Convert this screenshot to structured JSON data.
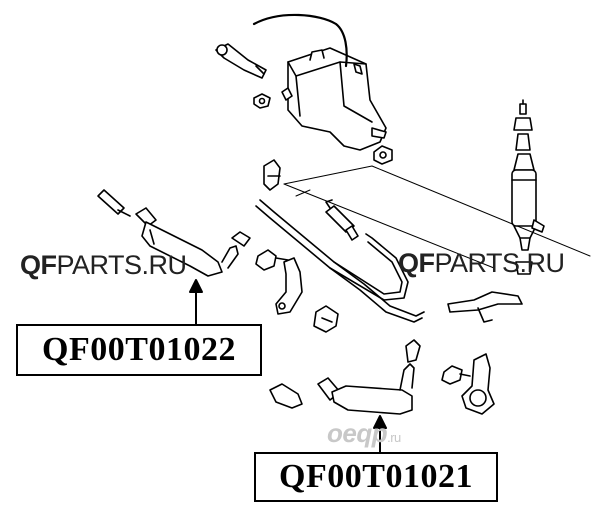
{
  "callouts": [
    {
      "part_number": "QF00T01022"
    },
    {
      "part_number": "QF00T01021"
    }
  ],
  "watermarks": {
    "left": {
      "qf": "QF",
      "rest": "PARTS.RU"
    },
    "right": {
      "qf": "QF",
      "rest": "PARTS.RU"
    },
    "center": {
      "main": "oeqp",
      "suffix": ".ru"
    }
  },
  "colors": {
    "line": "#000000",
    "background": "#ffffff",
    "watermark": "#222222",
    "faint_watermark": "#c8c8c8"
  }
}
